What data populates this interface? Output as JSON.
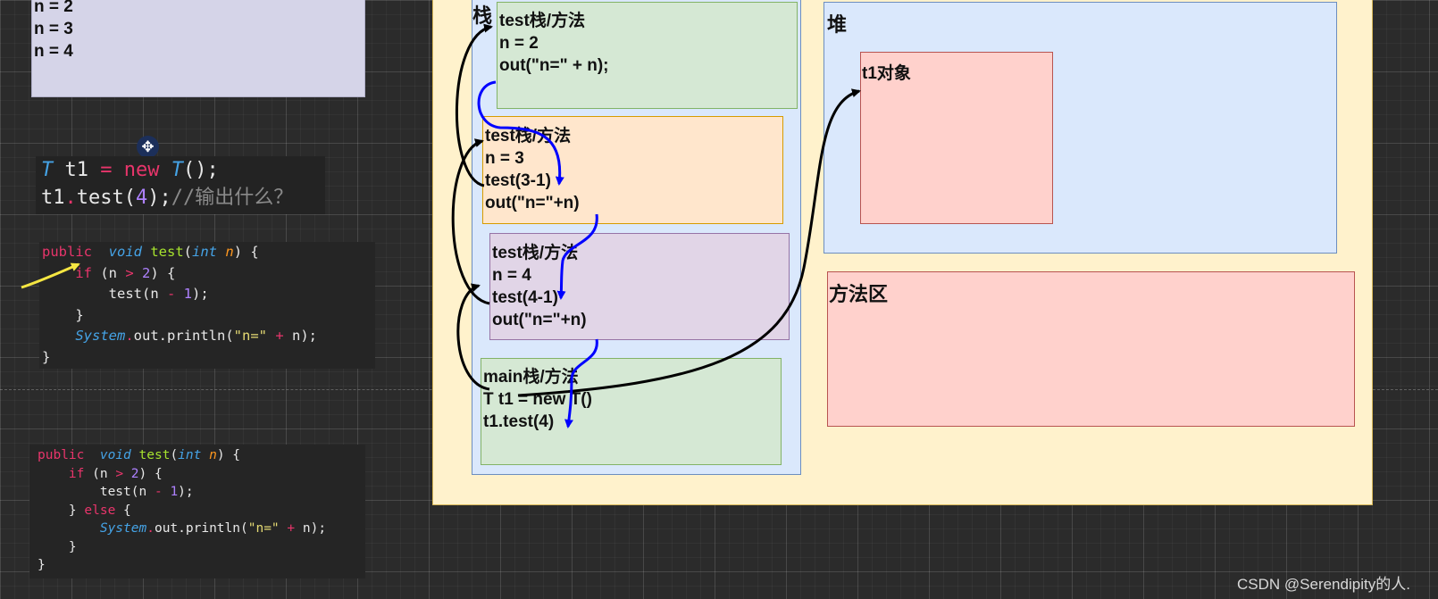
{
  "output_box": {
    "lines": [
      "n = 2",
      "n = 3",
      "n = 4"
    ]
  },
  "code_call": {
    "type_name": "T",
    "var": "t1",
    "op_assign": "=",
    "kw_new": "new",
    "ctor": "T",
    "ctor_tail": "();",
    "call_obj": "t1",
    "call_method": "test",
    "call_arg": "4",
    "call_tail": ");",
    "comment": "//输出什么？"
  },
  "code_recursive": {
    "kw_public": "public",
    "kw_void": "void",
    "method": "test",
    "kw_int": "int",
    "param": "n",
    "if_kw": "if",
    "num_2": "2",
    "rec_call": "test",
    "num_1": "1",
    "cls_system": "System",
    "out_println": "out.println",
    "str_n": "\"n=\""
  },
  "code_else": {
    "kw_public": "public",
    "kw_void": "void",
    "method": "test",
    "kw_int": "int",
    "param": "n",
    "if_kw": "if",
    "num_2": "2",
    "rec_call": "test",
    "num_1": "1",
    "else_kw": "else",
    "cls_system": "System",
    "out_println": "out.println",
    "str_n": "\"n=\""
  },
  "diagram": {
    "stack_label": "栈",
    "heap_label": "堆",
    "method_area_label": "方法区",
    "heap_object_label": "t1对象",
    "frames": [
      {
        "title": "test栈/方法",
        "lines": [
          "n = 2",
          "out(\"n=\" + n);"
        ]
      },
      {
        "title": "test栈/方法",
        "lines": [
          "n = 3",
          "test(3-1)",
          "out(\"n=\"+n)"
        ]
      },
      {
        "title": "test栈/方法",
        "lines": [
          "n = 4",
          "test(4-1)",
          "out(\"n=\"+n)"
        ]
      },
      {
        "title": "main栈/方法",
        "lines": [
          "T t1 = new T()",
          "t1.test(4)"
        ]
      }
    ],
    "colors": {
      "stack_fill": "#dae8fc",
      "frame_green": "#d5e8d4",
      "frame_orange": "#ffe6cc",
      "frame_purple": "#e1d5e7",
      "object_fill": "#ffd1cc",
      "memory_fill": "#fff2cc",
      "call_arrow": "#0000ff",
      "return_arrow": "#000000"
    }
  },
  "watermark": "CSDN @Serendipity的人."
}
